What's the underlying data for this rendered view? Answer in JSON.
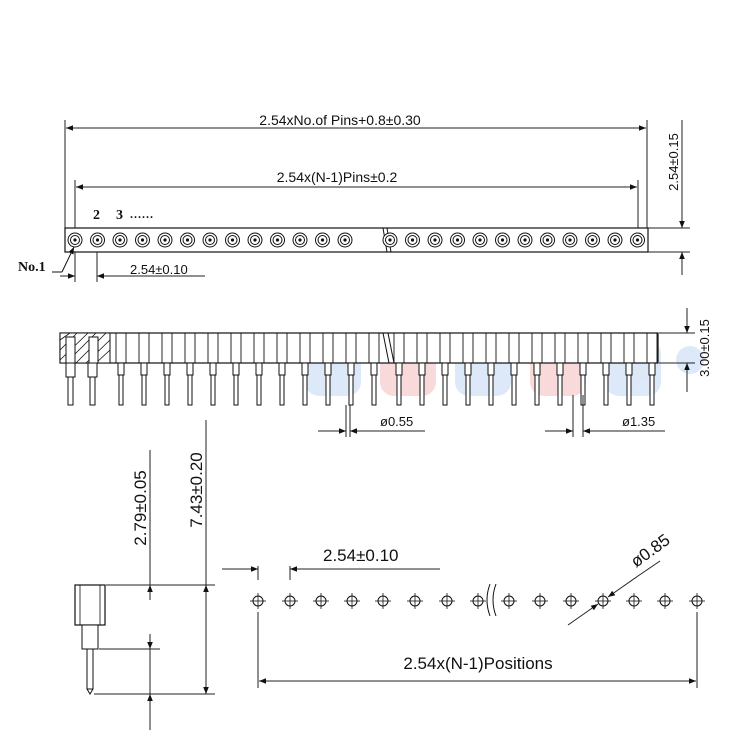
{
  "top_view": {
    "overall_length_label": "2.54xNo.of  Pins+0.8±0.30",
    "pin_span_label": "2.54x(N-1)Pins±0.2",
    "height_label": "2.54±0.15",
    "pitch_label": "2.54±0.10",
    "pin1_label": "No.1",
    "pin_number_labels": [
      "2",
      "3"
    ],
    "continuation_label": "......"
  },
  "side_view": {
    "height_label": "3.00±0.15",
    "tail_diameter_label": "ø0.55",
    "body_diameter_label": "ø1.35"
  },
  "profile_view": {
    "body_height_label": "2.79±0.05",
    "total_height_label": "7.43±0.20"
  },
  "pcb_layout": {
    "pitch_label": "2.54±0.10",
    "hole_diameter_label": "ø0.85",
    "positions_label": "2.54x(N-1)Positions"
  },
  "colors": {
    "line": "#111111",
    "dim_line": "#222222",
    "watermark_red": "#e85a5a",
    "watermark_blue": "#6aa0e8"
  }
}
